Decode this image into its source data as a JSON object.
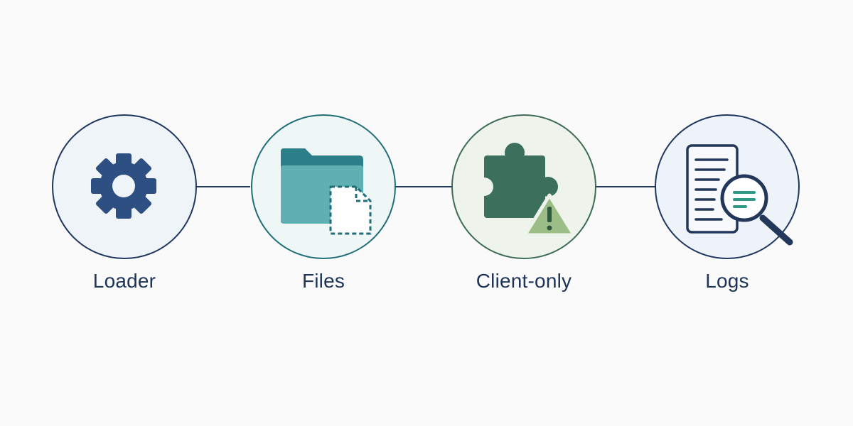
{
  "colors": {
    "background": "#f9faf9",
    "line": "#24395a",
    "label": "#1d3457",
    "loader_border": "#1f3660",
    "loader_fill": "#eff4f9",
    "gear": "#2e4f81",
    "files_border": "#1f6e78",
    "files_fill": "#eef6f6",
    "folder_back": "#2c7f88",
    "folder_front": "#5fb0b3",
    "client_border": "#3e6b57",
    "client_fill": "#eef4ec",
    "puzzle": "#3c705d",
    "warning_fill": "#9cbe86",
    "warning_mark": "#2f5a3f",
    "logs_border": "#1f3660",
    "logs_fill": "#eef3fa",
    "doc_stroke": "#22375a",
    "magnifier_lens": "#2e9a86"
  },
  "steps": [
    {
      "label": "Loader",
      "icon": "gear-icon"
    },
    {
      "label": "Files",
      "icon": "folder-file-icon"
    },
    {
      "label": "Client-only",
      "icon": "puzzle-warning-icon"
    },
    {
      "label": "Logs",
      "icon": "log-search-icon"
    }
  ]
}
